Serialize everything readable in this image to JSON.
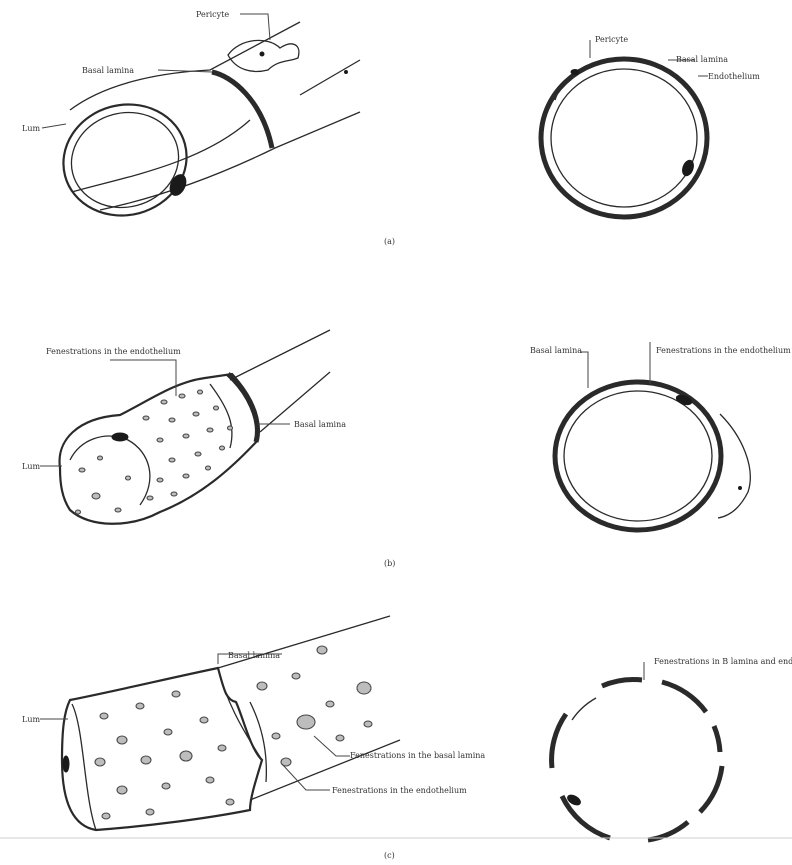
{
  "panels": [
    {
      "caption": "(a)",
      "tube_labels": {
        "pericyte": "Pericyte",
        "basal_lamina": "Basal lamina",
        "lumen": "Lum"
      },
      "section_labels": {
        "pericyte": "Pericyte",
        "basal_lamina": "Basal lamina",
        "endothelium": "Endothelium"
      }
    },
    {
      "caption": "(b)",
      "tube_labels": {
        "fenestrations": "Fenestrations in the endothelium",
        "basal_lamina": "Basal lamina",
        "lumen": "Lum"
      },
      "section_labels": {
        "basal_lamina": "Basal lamina",
        "fenestrations": "Fenestrations in the endothelium"
      }
    },
    {
      "caption": "(c)",
      "tube_labels": {
        "basal_lamina": "Basal lamina",
        "lumen": "Lum",
        "fenestrations_bl": "Fenestrations in the basal lamina",
        "fenestrations_endo": "Fenestrations in the endothelium"
      },
      "section_labels": {
        "fenestrations": "Fenestrations in B lamina and endo"
      }
    }
  ],
  "colors": {
    "ink": "#2a2a2a",
    "background": "#ffffff"
  }
}
